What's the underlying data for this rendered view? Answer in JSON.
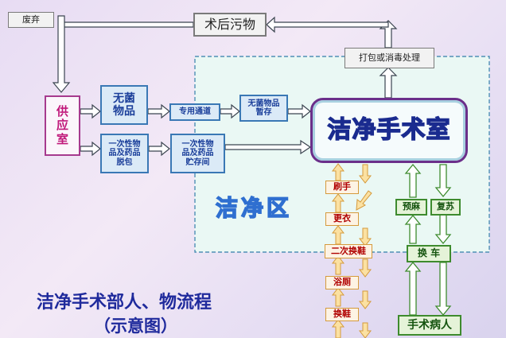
{
  "nodes": {
    "waste_bin": "废弃",
    "post_op_waste": "术后污物",
    "pack_disinfect": "打包或消毒处理",
    "supply_room": "供应室",
    "sterile_items": "无菌\n物品",
    "special_channel": "专用通道",
    "sterile_storage": "无菌物品\n暂存",
    "disposables_unpack": "一次性物\n品及药品\n脱包",
    "disposables_storage": "一次性物\n品及药品\n贮存间",
    "clean_or": "洁净手术室",
    "scrub": "刷手",
    "change_clothes": "更衣",
    "second_shoe_change": "二次换鞋",
    "shower": "浴厕",
    "shoe_change": "换鞋",
    "pre_anesthesia": "预麻",
    "recovery": "复苏",
    "transfer": "换 车",
    "patient": "手术病人"
  },
  "zone_label": "洁净区",
  "title_line1": "洁净手术部人、物流程",
  "title_line2": "（示意图）",
  "colors": {
    "arrow_fill": "#ffffff",
    "arrow_stroke": "#3b4450",
    "dashed_zone": "#4f90b5",
    "zone_fill": "#eaf8f4",
    "zone_text": "#2f6fd0",
    "orange_arrow_fill": "#fbe1a2",
    "orange_arrow_stroke": "#d59a3c",
    "green_arrow_stroke": "#3e8b2e"
  }
}
